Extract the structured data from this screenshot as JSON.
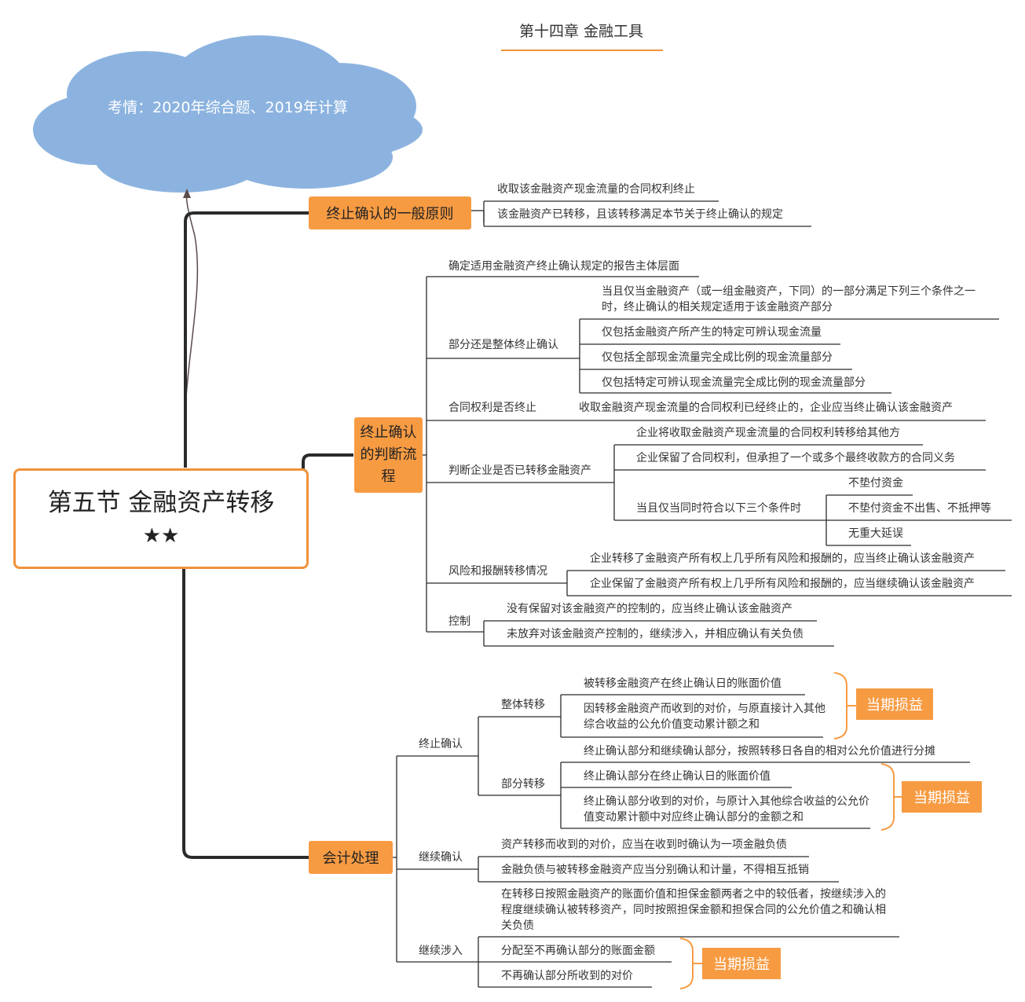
{
  "chapter_title": "第十四章 金融工具",
  "exam_info": "考情：2020年综合题、2019年计算",
  "root": {
    "title": "第五节 金融资产转移",
    "stars": "★★"
  },
  "colors": {
    "accent": "#f79b43",
    "cloud": "#8cb3e0",
    "line": "#333333"
  },
  "branch1": {
    "label": "终止确认的一般原则",
    "items": [
      "收取该金融资产现金流量的合同权利终止",
      "该金融资产已转移，且该转移满足本节关于终止确认的规定"
    ]
  },
  "branch2": {
    "label": "终止确认的判断流程",
    "level_of_entity": "确定适用金融资产终止确认规定的报告主体层面",
    "part_or_whole": {
      "label": "部分还是整体终止确认",
      "condition": "当且仅当金融资产（或一组金融资产，下同）的一部分满足下列三个条件之一时，终止确认的相关规定适用于该金融资产部分",
      "options": [
        "仅包括金融资产所产生的特定可辨认现金流量",
        "仅包括全部现金流量完全成比例的现金流量部分",
        "仅包括特定可辨认现金流量完全成比例的现金流量部分"
      ]
    },
    "contract_rights": {
      "label": "合同权利是否终止",
      "detail": "收取金融资产现金流量的合同权利已经终止的，企业应当终止确认该金融资产"
    },
    "transferred": {
      "label": "判断企业是否已转移金融资产",
      "items": [
        "企业将收取金融资产现金流量的合同权利转移给其他方",
        "企业保留了合同权利，但承担了一个或多个最终收款方的合同义务"
      ],
      "condition_label": "当且仅当同时符合以下三个条件时",
      "conditions": [
        "不垫付资金",
        "不垫付资金不出售、不抵押等",
        "无重大延误"
      ]
    },
    "risk_reward": {
      "label": "风险和报酬转移情况",
      "items": [
        "企业转移了金融资产所有权上几乎所有风险和报酬的，应当终止确认该金融资产",
        "企业保留了金融资产所有权上几乎所有风险和报酬的，应当继续确认该金融资产"
      ]
    },
    "control": {
      "label": "控制",
      "items": [
        "没有保留对该金融资产的控制的，应当终止确认该金融资产",
        "未放弃对该金融资产控制的，继续涉入，并相应确认有关负债"
      ]
    }
  },
  "branch3": {
    "label": "会计处理",
    "derecognition": {
      "label": "终止确认",
      "whole": {
        "label": "整体转移",
        "items": [
          "被转移金融资产在终止确认日的账面价值",
          "因转移金融资产而收到的对价，与原直接计入其他综合收益的公允价值变动累计额之和"
        ],
        "tag": "当期损益"
      },
      "partial": {
        "label": "部分转移",
        "allocation": "终止确认部分和继续确认部分，按照转移日各自的相对公允价值进行分摊",
        "items": [
          "终止确认部分在终止确认日的账面价值",
          "终止确认部分收到的对价，与原计入其他综合收益的公允价值变动累计额中对应终止确认部分的金额之和"
        ],
        "tag": "当期损益"
      }
    },
    "continued": {
      "label": "继续确认",
      "items": [
        "资产转移而收到的对价，应当在收到时确认为一项金融负债",
        "金融负债与被转移金融资产应当分别确认和计量，不得相互抵销"
      ]
    },
    "involvement": {
      "label": "继续涉入",
      "detail": "在转移日按照金融资产的账面价值和担保金额两者之中的较低者，按继续涉入的程度继续确认被转移资产，同时按照担保金额和担保合同的公允价值之和确认相关负债",
      "items": [
        "分配至不再确认部分的账面金额",
        "不再确认部分所收到的对价"
      ],
      "tag": "当期损益"
    }
  }
}
